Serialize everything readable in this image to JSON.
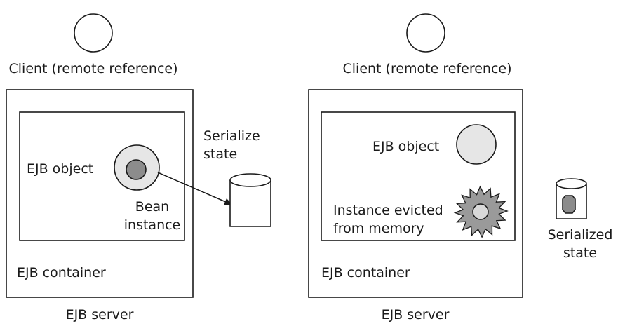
{
  "left_panel": {
    "client_label": "Client (remote reference)",
    "server_label": "EJB server",
    "container_label": "EJB container",
    "ejb_object_label": "EJB object",
    "bean_instance_line1": "Bean",
    "bean_instance_line2": "instance",
    "serialize_line1": "Serialize",
    "serialize_line2": "state"
  },
  "right_panel": {
    "client_label": "Client (remote reference)",
    "server_label": "EJB server",
    "container_label": "EJB container",
    "ejb_object_label": "EJB object",
    "evicted_line1": "Instance evicted",
    "evicted_line2": "from memory",
    "serialized_line1": "Serialized",
    "serialized_line2": "state"
  },
  "colors": {
    "stroke": "#1a1a1a",
    "object_fill": "#e6e6e6",
    "bean_fill": "#8c8c8c",
    "burst_fill": "#9a9a9a"
  }
}
